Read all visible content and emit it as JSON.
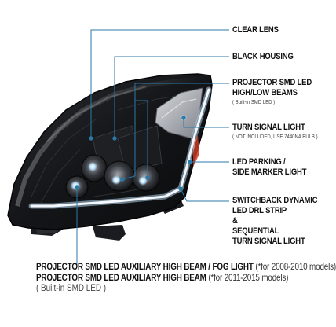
{
  "colors": {
    "callout_line": "#2b79a8",
    "housing": "#151618",
    "drl": "#f4f7fb",
    "accent_red": "#c9371f"
  },
  "labels": {
    "clear_lens": "CLEAR LENS",
    "black_housing": "BLACK HOUSING",
    "projector_line1": "PROJECTOR SMD LED",
    "projector_line2": "HIGH/LOW BEAMS",
    "projector_sub": "( Built-in SMD LED )",
    "turn_signal": "TURN SIGNAL LIGHT",
    "turn_signal_sub": "( NOT INCLUDED, USE  7440NA  BULB )",
    "parking_line1": "LED PARKING /",
    "parking_line2": "SIDE MARKER LIGHT",
    "switchback_line1": "SWITCHBACK DYNAMIC",
    "switchback_line2": "LED DRL STRIP",
    "switchback_line3": "&",
    "switchback_line4": "SEQUENTIAL",
    "switchback_line5": "TURN SIGNAL LIGHT",
    "aux_fog_main": "PROJECTOR SMD LED AUXILIARY HIGH BEAM / FOG LIGHT",
    "aux_fog_note": "(*for 2008-2010 models)",
    "aux_high_main": "PROJECTOR SMD LED AUXILIARY HIGH BEAM",
    "aux_high_note": "(*for 2011-2015 models)",
    "aux_sub": "( Built-in SMD LED )"
  }
}
